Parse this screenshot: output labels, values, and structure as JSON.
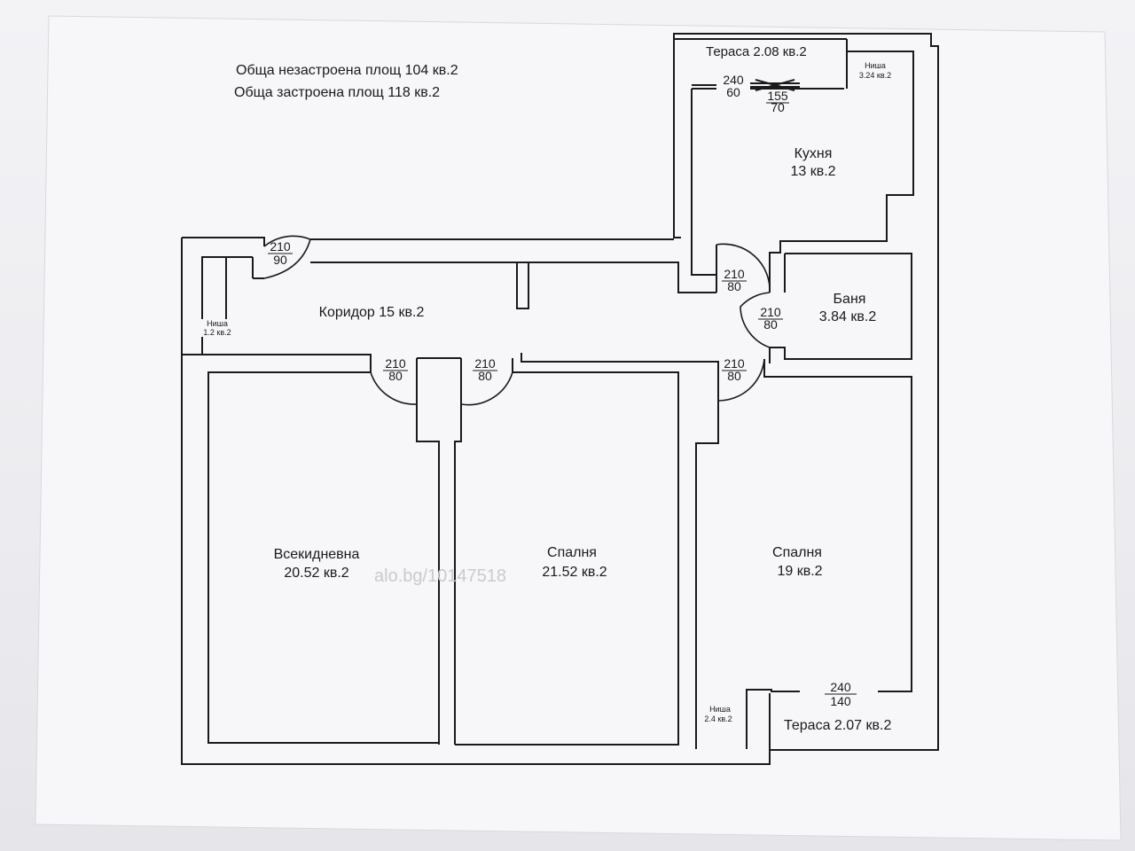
{
  "header": {
    "line1": "Обща незастроена площ 104 кв.2",
    "line2": "Обща застроена площ 118 кв.2"
  },
  "rooms": {
    "terrace_top": "Тераса  2.08 кв.2",
    "niche_kitchen_title": "Ниша",
    "niche_kitchen_area": "3.24 кв.2",
    "kitchen_name": "Кухня",
    "kitchen_area": "13 кв.2",
    "corridor": "Коридор 15 кв.2",
    "niche_corridor_title": "Ниша",
    "niche_corridor_area": "1.2 кв.2",
    "bath_name": "Баня",
    "bath_area": "3.84 кв.2",
    "living_name": "Всекидневна",
    "living_area": "20.52 кв.2",
    "bed1_name": "Спалня",
    "bed1_area": "21.52 кв.2",
    "bed2_name": "Спалня",
    "bed2_area": "19 кв.2",
    "niche_bed_title": "Ниша",
    "niche_bed_area": "2.4 кв.2",
    "terrace_bottom": "Тераса  2.07 кв.2"
  },
  "openings": {
    "kitchen_win_left_h": "240",
    "kitchen_win_left_w": "60",
    "kitchen_win_right_h": "155",
    "kitchen_win_right_w": "70",
    "entry_h": "210",
    "entry_w": "90",
    "kitchen_door_h": "210",
    "kitchen_door_w": "80",
    "bath_door_h": "210",
    "bath_door_w": "80",
    "living_door_h": "210",
    "living_door_w": "80",
    "bed1_door_h": "210",
    "bed1_door_w": "80",
    "bed2_door_h": "210",
    "bed2_door_w": "80",
    "terrace_door_h": "240",
    "terrace_door_w": "140"
  },
  "watermark": "alo.bg/10147518"
}
